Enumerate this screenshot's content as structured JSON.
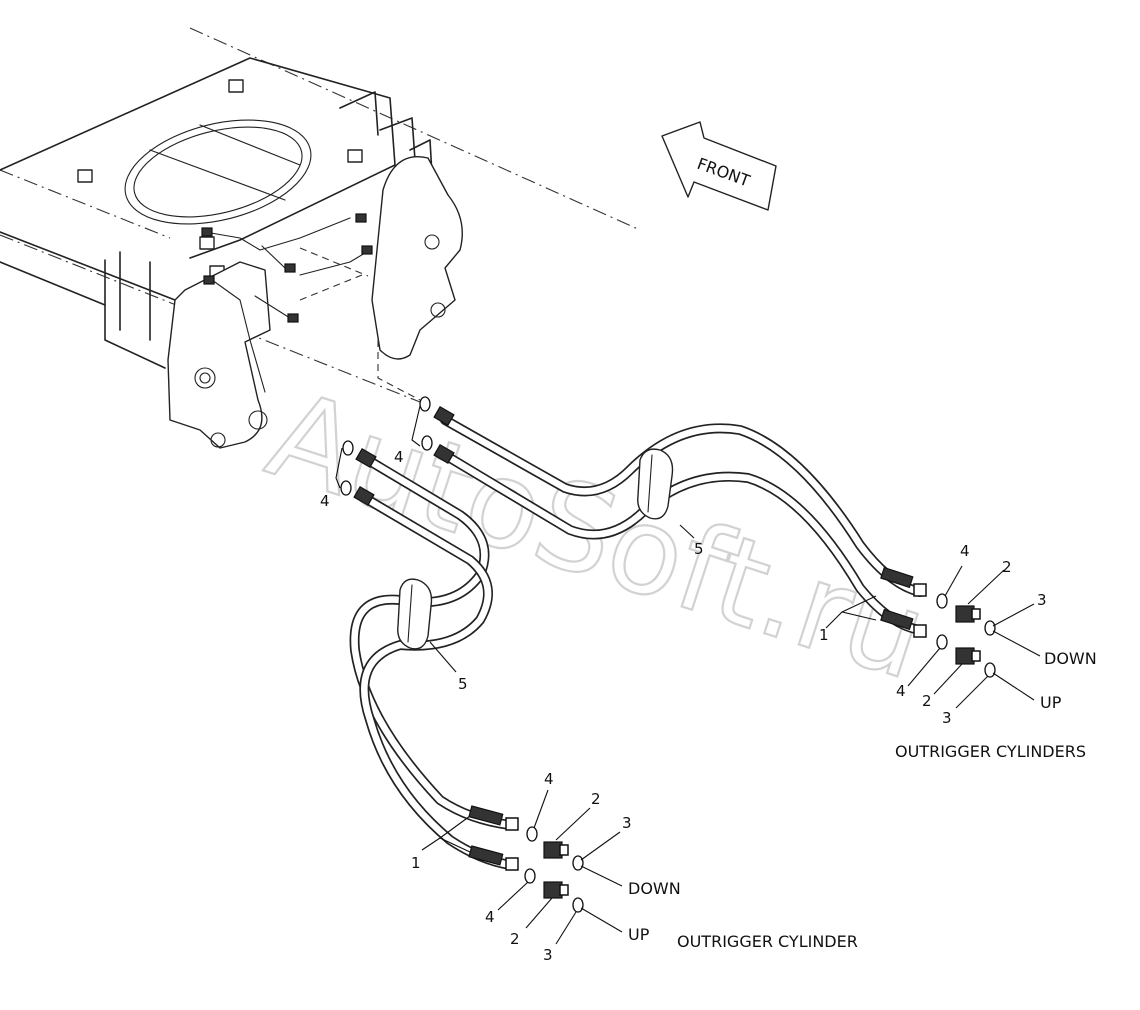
{
  "watermark": "AutoSoft.ru",
  "front_label": "FRONT",
  "callouts": {
    "hose": "1",
    "adapter": "2",
    "oring_a": "3",
    "oring_b": "4",
    "clamp": "5"
  },
  "right_group": {
    "down": "DOWN",
    "up": "UP",
    "caption": "OUTRIGGER CYLINDERS"
  },
  "left_group": {
    "down": "DOWN",
    "up": "UP",
    "caption": "OUTRIGGER CYLINDER"
  }
}
